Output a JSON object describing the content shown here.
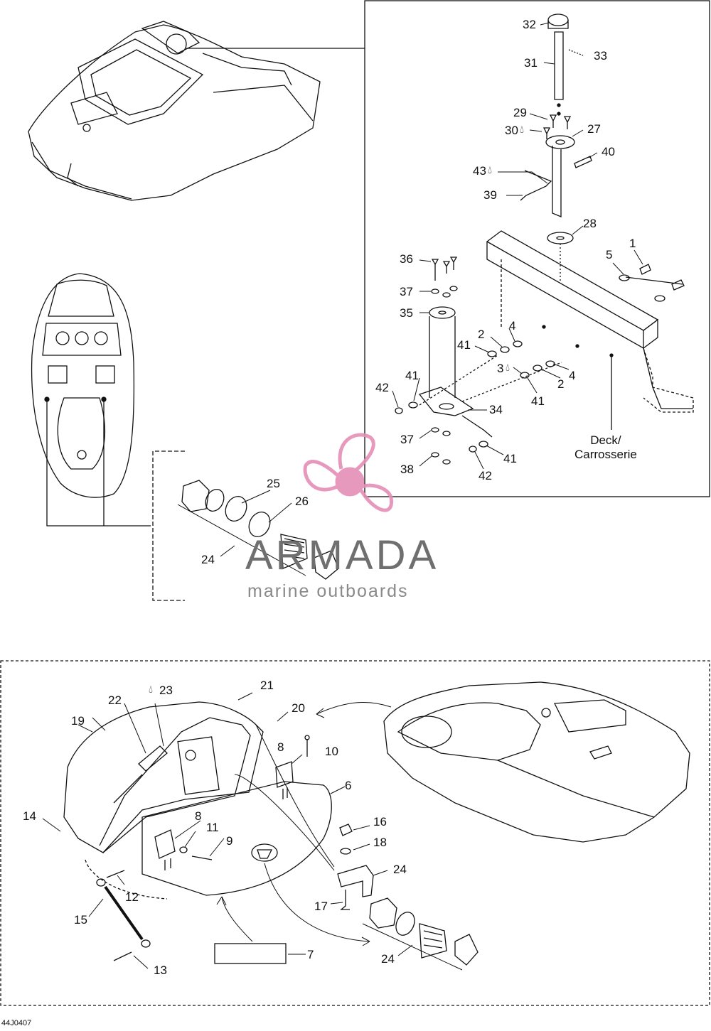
{
  "labels": {
    "n1": "1",
    "n2a": "2",
    "n2b": "2",
    "n3": "3",
    "n4a": "4",
    "n4b": "4",
    "n5": "5",
    "n6": "6",
    "n7": "7",
    "n8a": "8",
    "n8b": "8",
    "n9": "9",
    "n10": "10",
    "n11": "11",
    "n12": "12",
    "n13": "13",
    "n14": "14",
    "n15": "15",
    "n16": "16",
    "n17": "17",
    "n18": "18",
    "n19": "19",
    "n20": "20",
    "n21": "21",
    "n22": "22",
    "n23": "23",
    "n24a": "24",
    "n24b": "24",
    "n24c": "24",
    "n25": "25",
    "n26": "26",
    "n27": "27",
    "n28": "28",
    "n29": "29",
    "n30": "30",
    "n31": "31",
    "n32": "32",
    "n33": "33",
    "n34": "34",
    "n35": "35",
    "n36": "36",
    "n37a": "37",
    "n37b": "37",
    "n38": "38",
    "n39": "39",
    "n40": "40",
    "n41a": "41",
    "n41b": "41",
    "n41c": "41",
    "n41d": "41",
    "n42a": "42",
    "n42b": "42",
    "n43": "43"
  },
  "deck_label_line1": "Deck/",
  "deck_label_line2": "Carrosserie",
  "watermark": {
    "title": "ARMADA",
    "subtitle": "marine outboards",
    "logo_color": "#e58fb6",
    "text_color": "#6f6f6f"
  },
  "diagram_code": "44J0407",
  "icons": {
    "drop": "drop-icon",
    "logo": "propeller-logo-icon"
  }
}
